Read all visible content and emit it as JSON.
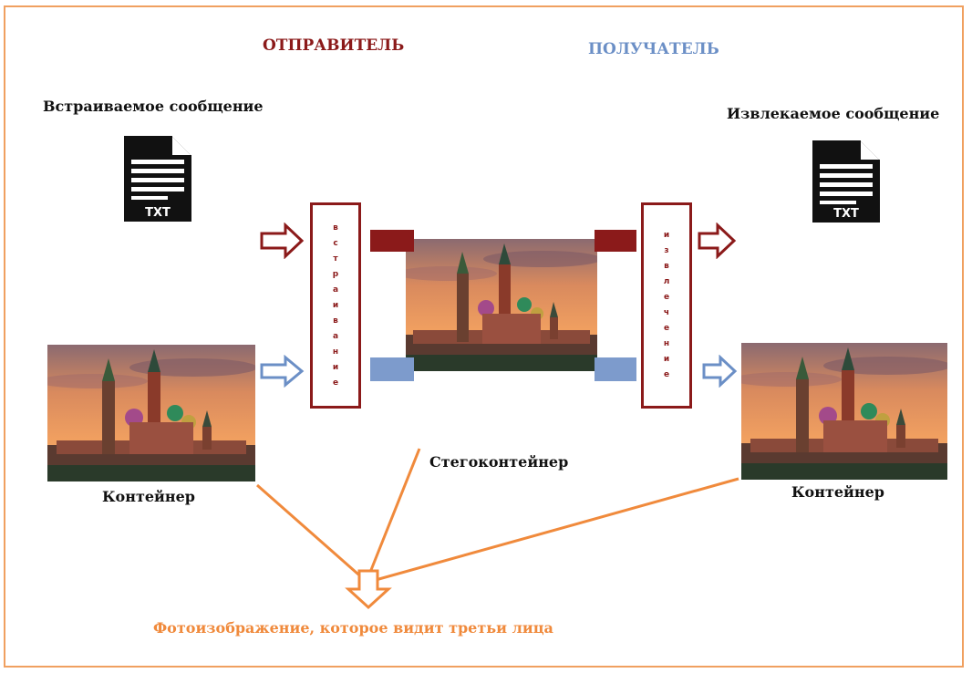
{
  "sender_label": "ОТПРАВИТЕЛЬ",
  "receiver_label": "ПОЛУЧАТЕЛЬ",
  "embedded_message_label": "Встраиваемое сообщение",
  "extracted_message_label": "Извлекаемое сообщение",
  "file_badge": "TXT",
  "container_label_left": "Контейнер",
  "container_label_right": "Контейнер",
  "stego_label": "Стегоконтейнер",
  "photo_caption": "Фотоизображение, которое видит третьи лица",
  "embedding_process_letters": [
    "в",
    "с",
    "т",
    "р",
    "а",
    "и",
    "в",
    "а",
    "н",
    "и",
    "е"
  ],
  "extraction_process_letters": [
    "и",
    "з",
    "в",
    "л",
    "е",
    "ч",
    "е",
    "н",
    "и",
    "е"
  ],
  "colors": {
    "sender": "#8b1a1a",
    "receiver": "#6b8fc6",
    "caption": "#f08a3c",
    "frame": "#f0a060"
  },
  "icons": [
    "txt-document-icon",
    "arrow-right-icon",
    "arrow-down-icon",
    "kremlin-photo"
  ]
}
